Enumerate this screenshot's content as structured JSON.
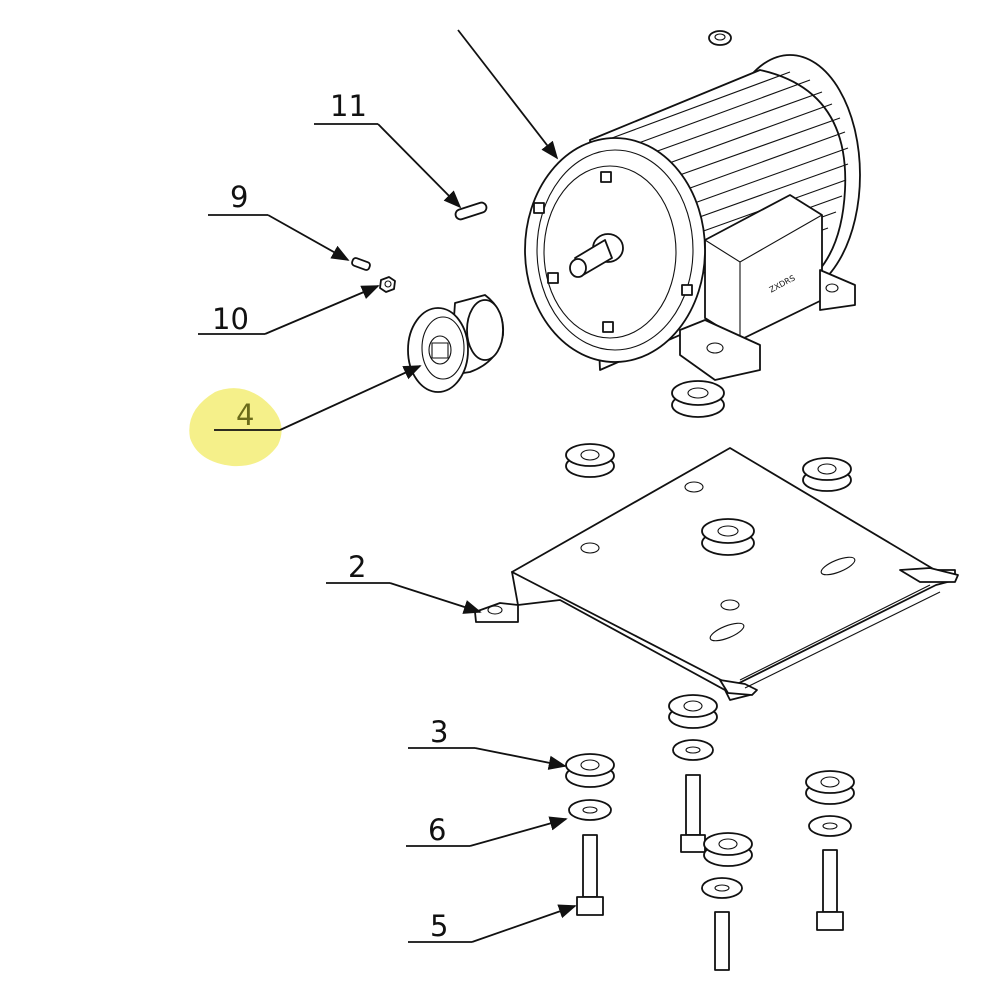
{
  "diagram": {
    "callouts": [
      {
        "id": "11",
        "label": "11"
      },
      {
        "id": "9",
        "label": "9"
      },
      {
        "id": "10",
        "label": "10"
      },
      {
        "id": "4",
        "label": "4",
        "highlighted": true
      },
      {
        "id": "2",
        "label": "2"
      },
      {
        "id": "3",
        "label": "3"
      },
      {
        "id": "6",
        "label": "6"
      },
      {
        "id": "5",
        "label": "5"
      }
    ],
    "colors": {
      "line": "#111111",
      "highlight": "#f5f08a",
      "highlight_label": "#6b6b1a",
      "background": "#ffffff"
    },
    "motor_plate_text": "ZXDRS"
  }
}
